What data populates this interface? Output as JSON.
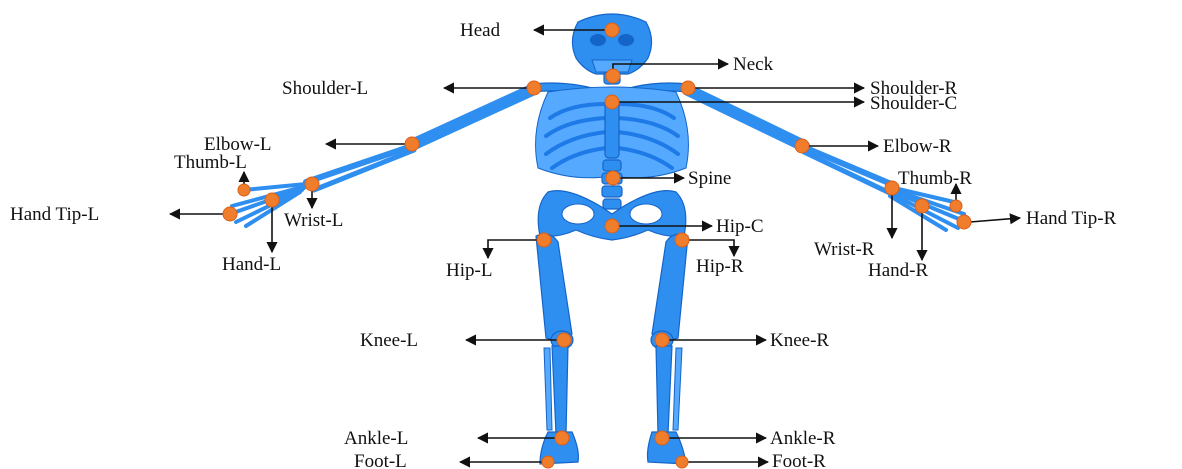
{
  "labels": {
    "head": "Head",
    "neck": "Neck",
    "shoulder_l": "Shoulder-L",
    "shoulder_r": "Shoulder-R",
    "shoulder_c": "Shoulder-C",
    "elbow_l": "Elbow-L",
    "elbow_r": "Elbow-R",
    "thumb_l": "Thumb-L",
    "thumb_r": "Thumb-R",
    "spine": "Spine",
    "hand_tip_l": "Hand Tip-L",
    "hand_tip_r": "Hand Tip-R",
    "wrist_l": "Wrist-L",
    "wrist_r": "Wrist-R",
    "hip_c": "Hip-C",
    "hand_l": "Hand-L",
    "hand_r": "Hand-R",
    "hip_l": "Hip-L",
    "hip_r": "Hip-R",
    "knee_l": "Knee-L",
    "knee_r": "Knee-R",
    "ankle_l": "Ankle-L",
    "ankle_r": "Ankle-R",
    "foot_l": "Foot-L",
    "foot_r": "Foot-R"
  },
  "colors": {
    "bone": "#2f8ff0",
    "joint": "#f07d2c",
    "leader": "#111111"
  }
}
